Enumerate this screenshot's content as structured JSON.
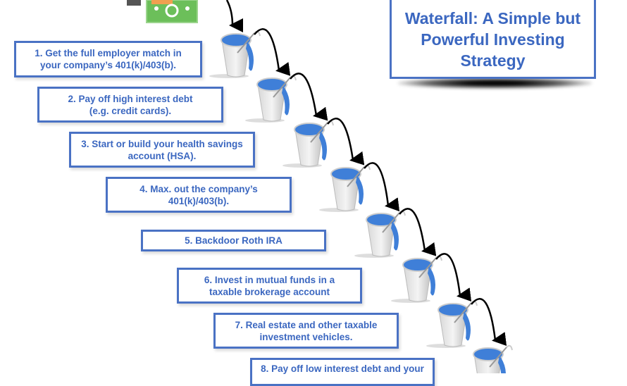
{
  "title": "Waterfall: A Simple but\nPowerful Investing\nStrategy",
  "steps": [
    "1. Get the full employer match in\nyour company’s 401(k)/403(b).",
    "2. Pay off high interest debt\n(e.g. credit cards).",
    "3. Start or build your health savings\naccount (HSA).",
    "4. Max. out the company’s\n401(k)/403(b).",
    "5. Backdoor Roth IRA",
    "6. Invest in mutual funds in a\ntaxable brokerage account",
    "7. Real estate and other taxable\ninvestment vehicles.",
    "8. Pay off low interest debt and your"
  ],
  "icons": {
    "money": "money-bill-icon",
    "bucket": "water-bucket-icon",
    "arrow": "curved-arrow-icon"
  },
  "colors": {
    "accent": "#4a72c4",
    "text": "#3b67c0",
    "water": "#3f7fd8",
    "money": "#6cbf5a"
  }
}
